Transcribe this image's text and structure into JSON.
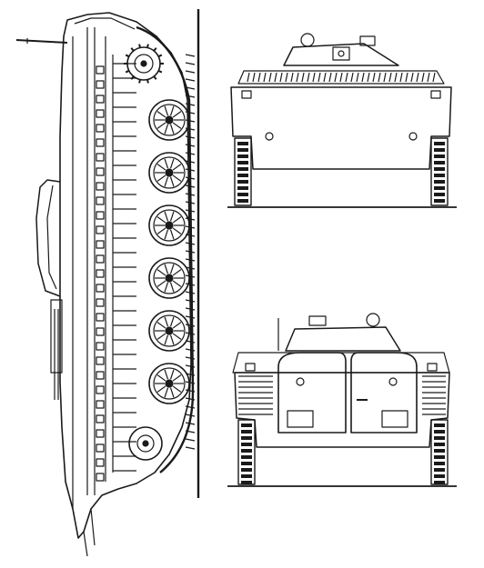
{
  "drawing": {
    "views": [
      {
        "id": "side",
        "label": ""
      },
      {
        "id": "front",
        "label": ""
      },
      {
        "id": "rear",
        "label": ""
      }
    ],
    "ink_color": "#1a1a1a",
    "paper_color": "#ffffff",
    "road_wheel_count": 6
  }
}
